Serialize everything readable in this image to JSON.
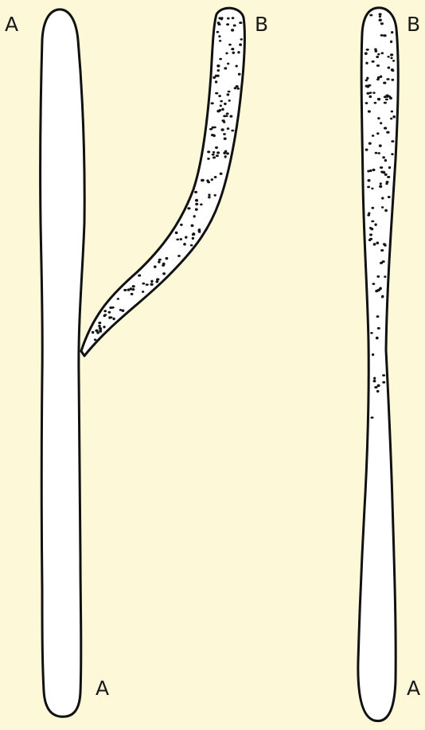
{
  "colors": {
    "background": "#fdf8d8",
    "tube_fill": "#ffffff",
    "outline": "#111111",
    "dots": "#141414"
  },
  "left_figure": {
    "stem_top_label": "A",
    "branch_top_label": "B",
    "stem_bottom_label": "A"
  },
  "right_figure": {
    "top_label": "B",
    "bottom_label": "A"
  }
}
